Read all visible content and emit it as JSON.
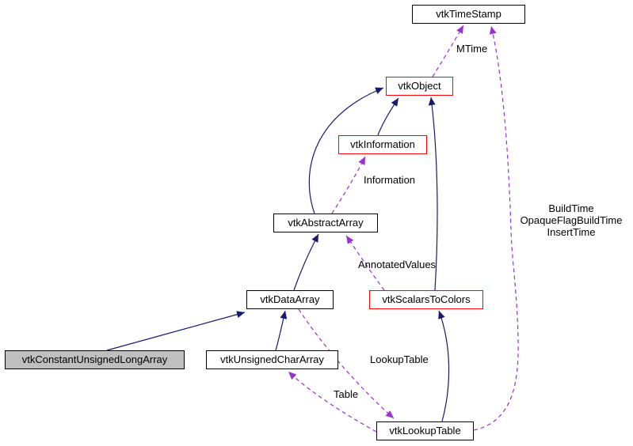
{
  "nodes": [
    {
      "label": "vtkTimeStamp",
      "type": "normal"
    },
    {
      "label": "vtkObject",
      "type": "red"
    },
    {
      "label": "vtkInformation",
      "type": "red"
    },
    {
      "label": "vtkAbstractArray",
      "type": "normal"
    },
    {
      "label": "vtkDataArray",
      "type": "normal"
    },
    {
      "label": "vtkScalarsToColors",
      "type": "red"
    },
    {
      "label": "vtkConstantUnsignedLongArray",
      "type": "main"
    },
    {
      "label": "vtkUnsignedCharArray",
      "type": "normal"
    },
    {
      "label": "vtkLookupTable",
      "type": "normal"
    }
  ],
  "edge_labels": {
    "mtime": "MTime",
    "information": "Information",
    "annotated_values": "AnnotatedValues",
    "build_time_1": "BuildTime",
    "build_time_2": "OpaqueFlagBuildTime",
    "build_time_3": "InsertTime",
    "lookup_table": "LookupTable",
    "table": "Table"
  },
  "colors": {
    "inheritance_edge": "#191970",
    "usage_edge": "#9a32cd",
    "node_border": "#000000",
    "external_node_border": "#ff0000",
    "focus_node_bg": "#bfbfbf"
  }
}
